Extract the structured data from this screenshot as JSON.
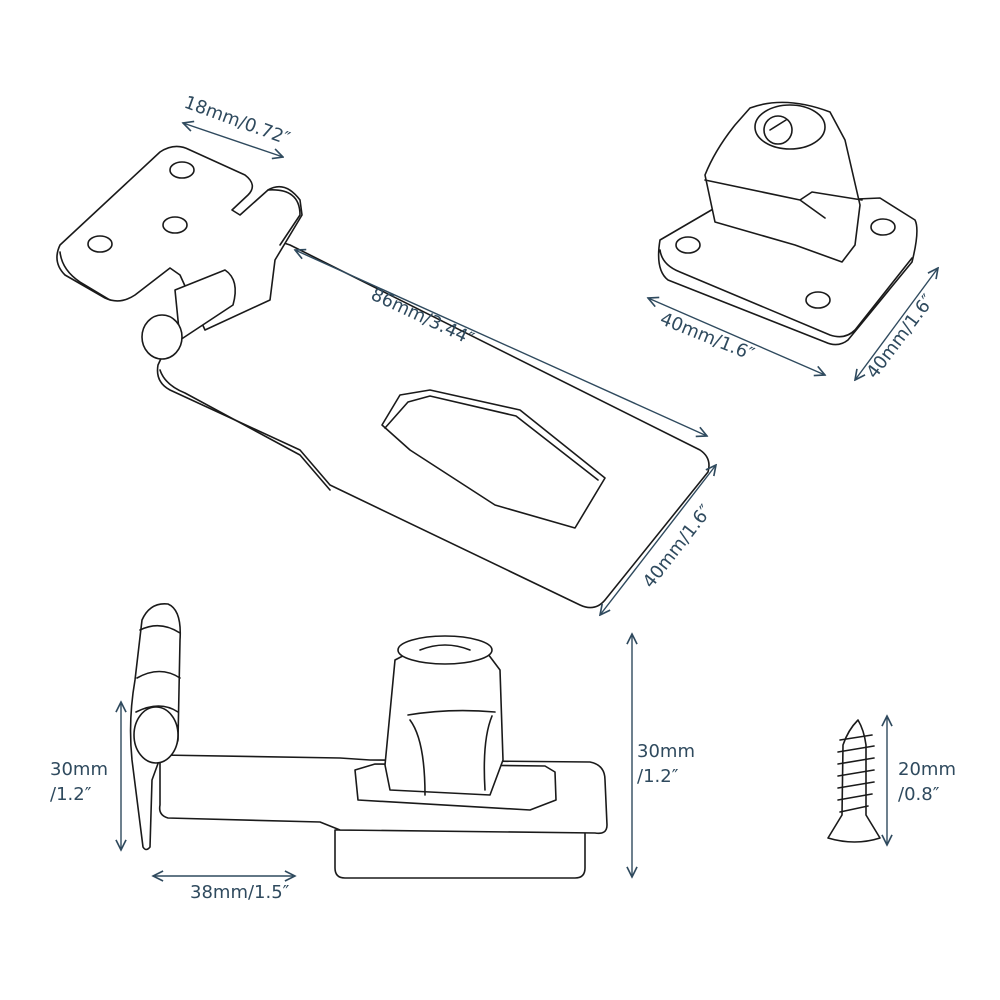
{
  "title": "Hasp lock dimension diagram",
  "colors": {
    "dimension": "#2f4a5e",
    "outline": "#1a1a1a"
  },
  "dimensions": {
    "hinge_width": "18mm/0.72″",
    "hasp_length": "86mm/3.44″",
    "hasp_width": "40mm/1.6″",
    "lock_base_width": "40mm/1.6″",
    "lock_base_depth": "40mm/1.6″",
    "side_height_left_line1": "30mm",
    "side_height_left_line2": "/1.2″",
    "side_length": "38mm/1.5″",
    "side_height_right_line1": "30mm",
    "side_height_right_line2": "/1.2″",
    "screw_length_line1": "20mm",
    "screw_length_line2": "/0.8″"
  }
}
